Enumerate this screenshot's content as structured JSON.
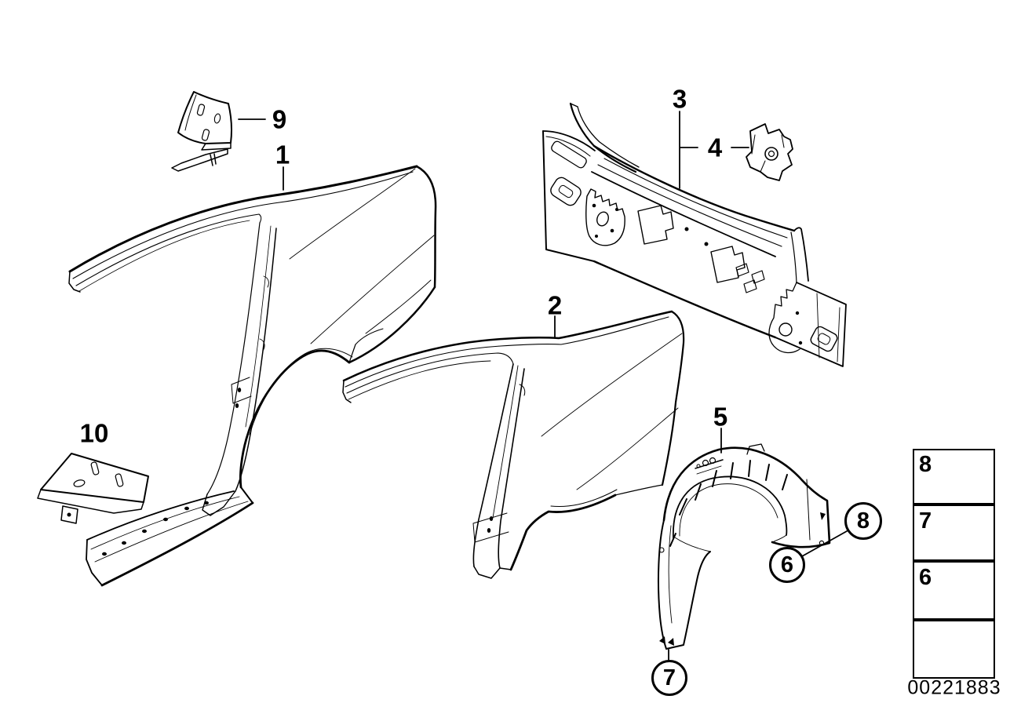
{
  "colors": {
    "background": "#ffffff",
    "line": "#000000"
  },
  "callouts": {
    "c1": "1",
    "c2": "2",
    "c3": "3",
    "c4": "4",
    "c5": "5",
    "c9": "9",
    "c10": "10",
    "circled": {
      "c6": "6",
      "c7": "7",
      "c8": "8"
    }
  },
  "legend": {
    "items": [
      {
        "number": "8",
        "icon": "clip-nut-icon"
      },
      {
        "number": "7",
        "icon": "flange-nut-icon"
      },
      {
        "number": "6",
        "icon": "self-tapping-screw-icon"
      },
      {
        "number": "",
        "icon": "direction-arrow-icon"
      }
    ],
    "diagram_id": "00221883"
  }
}
